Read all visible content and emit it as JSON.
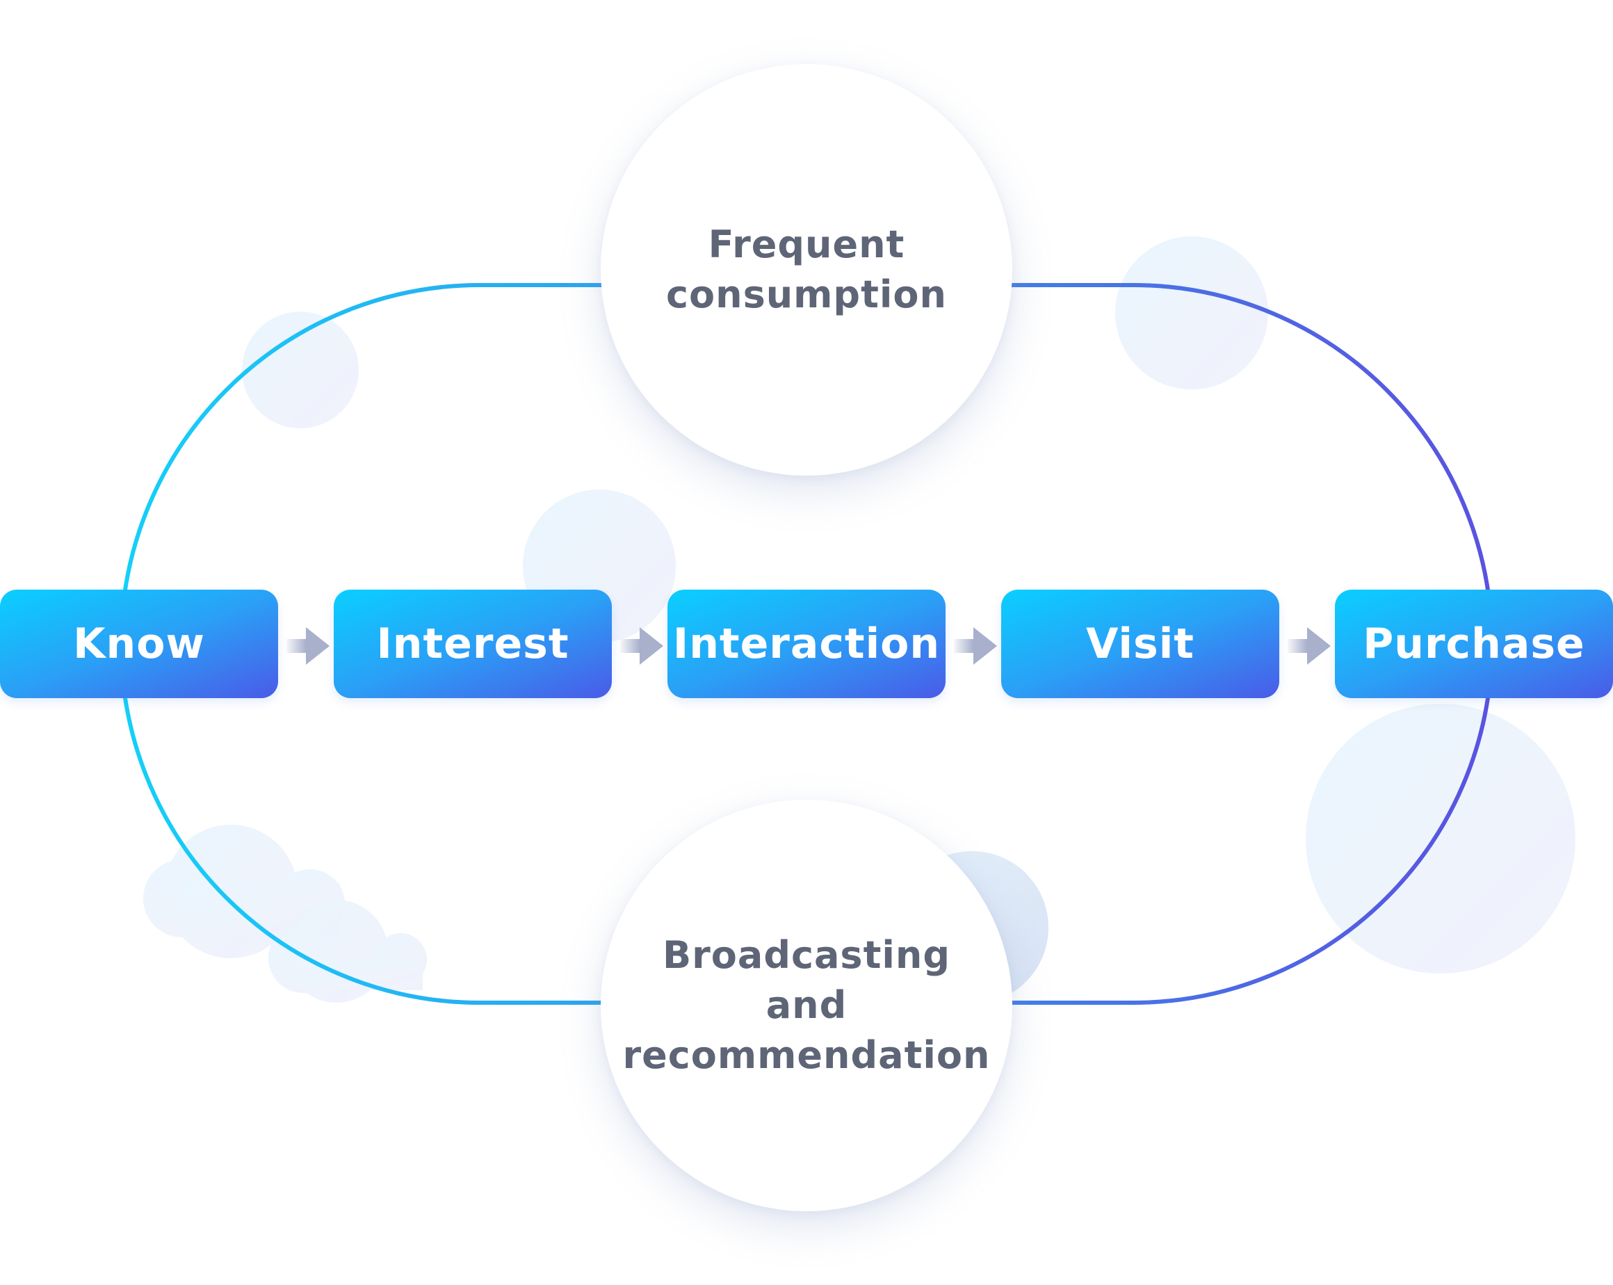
{
  "steps": [
    {
      "label": "Know"
    },
    {
      "label": "Interest"
    },
    {
      "label": "Interaction"
    },
    {
      "label": "Visit"
    },
    {
      "label": "Purchase"
    }
  ],
  "top_bubble": {
    "lines": [
      "Frequent",
      "consumption"
    ]
  },
  "bottom_bubble": {
    "lines": [
      "Broadcasting",
      "and",
      "recommendation"
    ]
  },
  "colors": {
    "loop_start": "#14d0f8",
    "loop_end": "#5a52e0",
    "step_gradient_start": "#0acfff",
    "step_gradient_end": "#4a5be8",
    "bubble_text": "#5e6577",
    "arrow": "#a8b0cc"
  }
}
